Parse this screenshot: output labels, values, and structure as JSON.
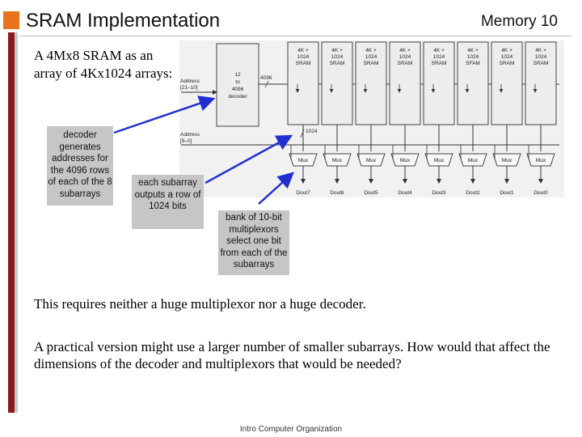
{
  "slide": {
    "title": "SRAM Implementation",
    "number": "Memory 10",
    "intro": "A 4Mx8 SRAM as an array of 4Kx1024 arrays:",
    "paragraph1": "This requires neither a huge multiplexor nor a huge decoder.",
    "paragraph2": "A practical version might use a larger number of smaller subarrays.  How would that affect the dimensions of the decoder and multiplexors that would be needed?",
    "footer": "Intro Computer Organization",
    "accent_color": "#e8731b",
    "bar_color": "#8b1a1a",
    "arrow_color": "#1f2fd0"
  },
  "callouts": {
    "decoder": "decoder generates addresses for the 4096 rows of each of the 8 subarrays",
    "subarray": "each subarray outputs a row of 1024 bits",
    "mux": "bank of 10-bit multiplexors select one bit from each of the subarrays"
  },
  "diagram": {
    "address_hi_label": [
      "Address",
      "[21–10]"
    ],
    "decoder_label": [
      "12",
      "to",
      "4096",
      "decoder"
    ],
    "bus_4096": "4096",
    "address_lo_label": [
      "Address",
      "[9–0]"
    ],
    "bus_1024": "1024",
    "sram_labels": [
      [
        "4K ×",
        "1024",
        "SRAM"
      ],
      [
        "4K ×",
        "1024",
        "SRAM"
      ],
      [
        "4K ×",
        "1024",
        "SRAM"
      ],
      [
        "4K ×",
        "1024",
        "SRAM"
      ],
      [
        "4K ×",
        "1024",
        "SRAM"
      ],
      [
        "4K ×",
        "1024",
        "SFAM"
      ],
      [
        "4K ×",
        "1024",
        "SRAM"
      ],
      [
        "4K ×",
        "1024",
        "SRAM"
      ]
    ],
    "mux_label": "Mux",
    "dout_labels": [
      "Dout7",
      "Dout6",
      "Dout5",
      "Dout4",
      "Dout3",
      "Dout2",
      "Dout1",
      "Dout0"
    ]
  }
}
